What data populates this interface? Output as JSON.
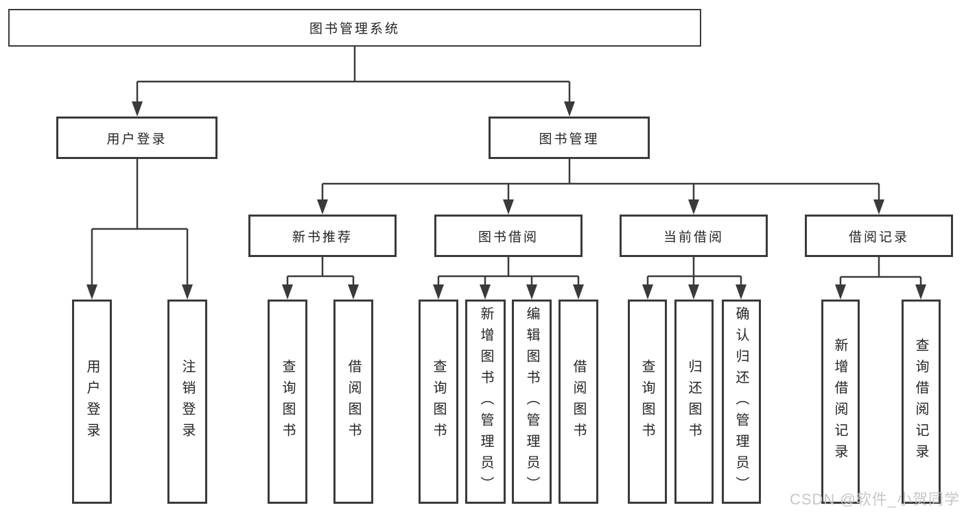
{
  "diagram_type": "hierarchy-tree",
  "tree": {
    "label": "图书管理系统",
    "children": [
      {
        "label": "用户登录",
        "children": [
          {
            "label": "用户登录"
          },
          {
            "label": "注销登录"
          }
        ]
      },
      {
        "label": "图书管理",
        "children": [
          {
            "label": "新书推荐",
            "children": [
              {
                "label": "查询图书"
              },
              {
                "label": "借阅图书"
              }
            ]
          },
          {
            "label": "图书借阅",
            "children": [
              {
                "label": "查询图书"
              },
              {
                "label": "新增图书（管理员）"
              },
              {
                "label": "编辑图书（管理员）"
              },
              {
                "label": "借阅图书"
              }
            ]
          },
          {
            "label": "当前借阅",
            "children": [
              {
                "label": "查询图书"
              },
              {
                "label": "归还图书"
              },
              {
                "label": "确认归还（管理员）"
              }
            ]
          },
          {
            "label": "借阅记录",
            "children": [
              {
                "label": "新增借阅记录"
              },
              {
                "label": "查询借阅记录"
              }
            ]
          }
        ]
      }
    ]
  },
  "watermark": {
    "text": "CSDN @软件_小贺同学"
  },
  "colors": {
    "background": "#ffffff",
    "box_border": "#3a3a3a",
    "connector_line": "#3a3a3a",
    "text": "#242424",
    "watermark_text": "#c4c4c4"
  }
}
